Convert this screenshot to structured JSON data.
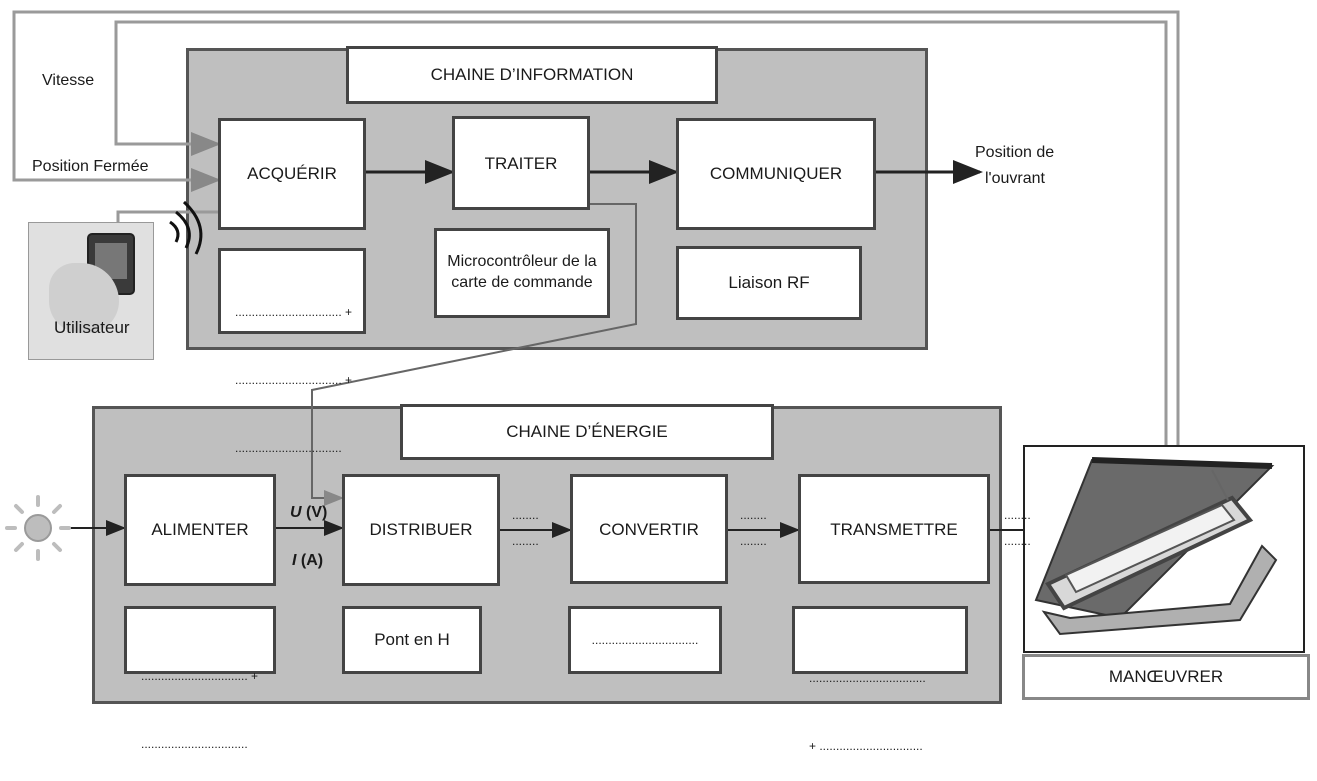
{
  "info_chain": {
    "title": "CHAINE D’INFORMATION",
    "acquerir": "ACQUÉRIR",
    "traiter": "TRAITER",
    "communiquer": "COMMUNIQUER",
    "acquerir_slot_1": "................................ +",
    "acquerir_slot_2": "................................ +",
    "acquerir_slot_3": "................................",
    "traiter_component": "Microcontrôleur de la carte de commande",
    "communiquer_component": "Liaison RF"
  },
  "energy_chain": {
    "title": "CHAINE D’ÉNERGIE",
    "alimenter": "ALIMENTER",
    "distribuer": "DISTRIBUER",
    "convertir": "CONVERTIR",
    "transmettre": "TRANSMETTRE",
    "alimenter_slot_1": "................................ +",
    "alimenter_slot_2": "................................",
    "distribuer_component": "Pont en H",
    "convertir_slot": "................................",
    "transmettre_slot_1": "...................................",
    "transmettre_slot_2": "+ ...............................",
    "flow_u_symbol": "U",
    "flow_u_unit": "(V)",
    "flow_i_symbol": "I",
    "flow_i_unit": "(A)",
    "flow_dots": "........"
  },
  "inputs": {
    "vitesse": "Vitesse",
    "position_fermee": "Position Fermée",
    "utilisateur": "Utilisateur"
  },
  "outputs": {
    "position_ouvrant_line1": "Position de",
    "position_ouvrant_line2": "l'ouvrant",
    "manoeuvrer": "MANŒUVRER"
  }
}
